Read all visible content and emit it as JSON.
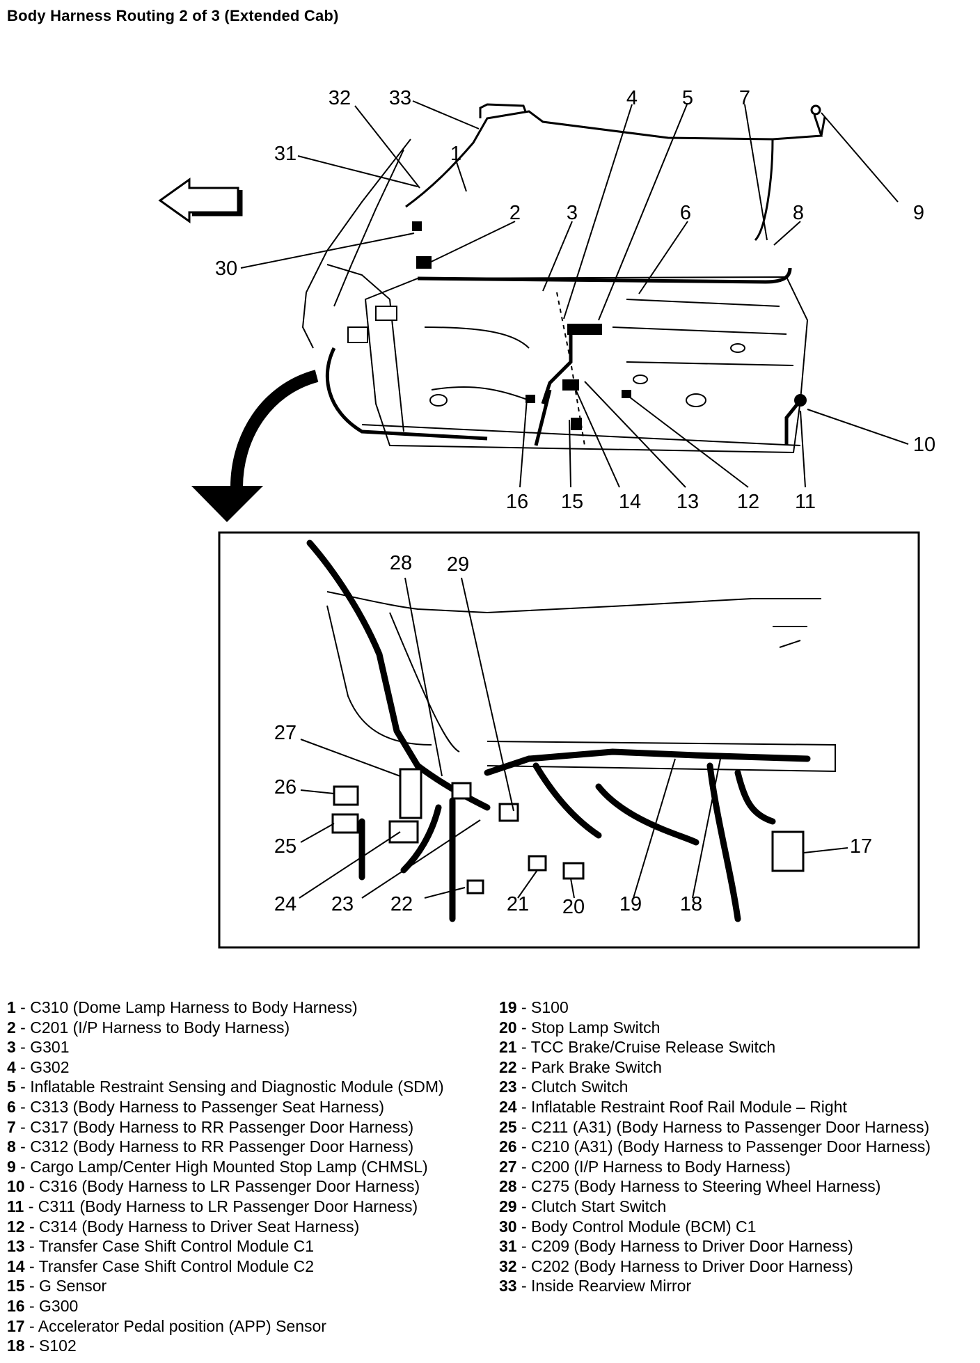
{
  "title": "Body Harness Routing 2 of 3 (Extended Cab)",
  "callouts_top": [
    "32",
    "33",
    "31",
    "1",
    "4",
    "5",
    "7",
    "2",
    "3",
    "6",
    "8",
    "9",
    "30",
    "10",
    "16",
    "15",
    "14",
    "13",
    "12",
    "11"
  ],
  "callouts_detail": [
    "28",
    "29",
    "27",
    "26",
    "25",
    "17",
    "24",
    "23",
    "22",
    "21",
    "20",
    "19",
    "18"
  ],
  "legend_left": [
    {
      "num": "1",
      "text": "C310 (Dome Lamp Harness to Body Harness)"
    },
    {
      "num": "2",
      "text": "C201 (I/P Harness to Body Harness)"
    },
    {
      "num": "3",
      "text": "G301"
    },
    {
      "num": "4",
      "text": "G302"
    },
    {
      "num": "5",
      "text": "Inflatable Restraint Sensing and Diagnostic Module (SDM)"
    },
    {
      "num": "6",
      "text": "C313 (Body Harness to Passenger Seat Harness)"
    },
    {
      "num": "7",
      "text": "C317 (Body Harness to RR Passenger Door Harness)"
    },
    {
      "num": "8",
      "text": "C312 (Body Harness to RR Passenger Door Harness)"
    },
    {
      "num": "9",
      "text": "Cargo Lamp/Center High Mounted Stop Lamp (CHMSL)"
    },
    {
      "num": "10",
      "text": "C316 (Body Harness to LR Passenger Door Harness)"
    },
    {
      "num": "11",
      "text": "C311 (Body Harness to LR Passenger Door Harness)"
    },
    {
      "num": "12",
      "text": "C314 (Body Harness to Driver Seat Harness)"
    },
    {
      "num": "13",
      "text": "Transfer Case Shift Control Module C1"
    },
    {
      "num": "14",
      "text": "Transfer Case Shift Control Module C2"
    },
    {
      "num": "15",
      "text": "G Sensor"
    },
    {
      "num": "16",
      "text": "G300"
    },
    {
      "num": "17",
      "text": "Accelerator Pedal position (APP) Sensor"
    },
    {
      "num": "18",
      "text": "S102"
    }
  ],
  "legend_right": [
    {
      "num": "19",
      "text": "S100"
    },
    {
      "num": "20",
      "text": "Stop Lamp Switch"
    },
    {
      "num": "21",
      "text": "TCC Brake/Cruise Release Switch"
    },
    {
      "num": "22",
      "text": "Park Brake Switch"
    },
    {
      "num": "23",
      "text": "Clutch Switch"
    },
    {
      "num": "24",
      "text": "Inflatable Restraint Roof Rail Module – Right"
    },
    {
      "num": "25",
      "text": "C211 (A31) (Body Harness to Passenger Door Harness)"
    },
    {
      "num": "26",
      "text": "C210 (A31) (Body Harness to Passenger Door Harness)"
    },
    {
      "num": "27",
      "text": "C200 (I/P Harness to Body Harness)"
    },
    {
      "num": "28",
      "text": "C275 (Body Harness to Steering Wheel Harness)"
    },
    {
      "num": "29",
      "text": "Clutch Start Switch"
    },
    {
      "num": "30",
      "text": "Body Control Module (BCM) C1"
    },
    {
      "num": "31",
      "text": "C209 (Body Harness to Driver Door Harness)"
    },
    {
      "num": "32",
      "text": "C202 (Body Harness to Driver Door Harness)"
    },
    {
      "num": "33",
      "text": "Inside Rearview Mirror"
    }
  ]
}
